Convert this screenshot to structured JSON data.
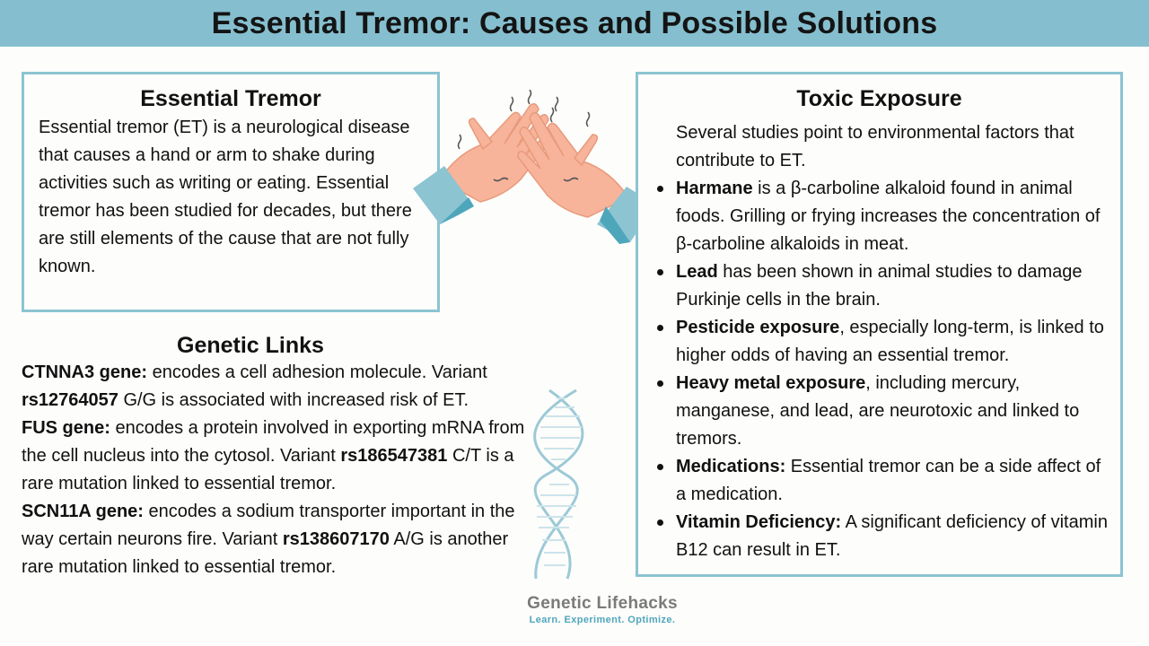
{
  "header": {
    "title": "Essential Tremor: Causes and Possible Solutions"
  },
  "essential_tremor": {
    "title": "Essential Tremor",
    "text": "Essential tremor (ET) is a neurological disease that causes a hand or arm to shake during activities such as writing or eating. Essential tremor has been studied for decades, but there are still elements of the cause that are not fully known."
  },
  "toxic_exposure": {
    "title": "Toxic Exposure",
    "intro": "Several studies point to environmental factors that contribute to ET.",
    "items": [
      {
        "bold": "Harmane",
        "text": " is a β-carboline alkaloid found in animal foods. Grilling or frying increases the concentration of β-carboline alkaloids in meat."
      },
      {
        "bold": "Lead",
        "text": " has been shown in animal studies to damage Purkinje cells in the brain."
      },
      {
        "bold": "Pesticide exposure",
        "text": ", especially long-term, is linked to higher odds of having an essential tremor."
      },
      {
        "bold": "Heavy metal exposure",
        "text": ", including mercury, manganese, and lead, are neurotoxic and linked to tremors."
      },
      {
        "bold": "Medications:",
        "text": " Essential tremor can be a side affect of a medication."
      },
      {
        "bold": "Vitamin Deficiency:",
        "text": " A significant deficiency of vitamin B12 can result in ET."
      }
    ]
  },
  "genetic_links": {
    "title": "Genetic Links",
    "ctnna3": {
      "gene": "CTNNA3 gene:",
      "text1": " encodes a cell adhesion molecule. Variant ",
      "variant": "rs12764057",
      "text2": " G/G is associated with increased risk of ET."
    },
    "fus": {
      "gene": "FUS gene:",
      "text1": " encodes a protein involved in exporting mRNA from the cell nucleus into the cytosol. Variant ",
      "variant": "rs186547381",
      "text2": " C/T is a rare mutation linked to essential tremor."
    },
    "scn11a": {
      "gene": "SCN11A gene:",
      "text1": " encodes a sodium transporter important in the way certain neurons fire. Variant ",
      "variant": "rs138607170",
      "text2": " A/G is another rare mutation linked to essential tremor."
    }
  },
  "logo": {
    "name": "Genetic Lifehacks",
    "tagline": "Learn. Experiment. Optimize."
  },
  "colors": {
    "header_bg": "#85bfcf",
    "border": "#8cc4d2",
    "accent": "#4ea6bb"
  },
  "icons": {
    "hands": "trembling-hands-icon",
    "dna": "dna-helix-icon"
  }
}
